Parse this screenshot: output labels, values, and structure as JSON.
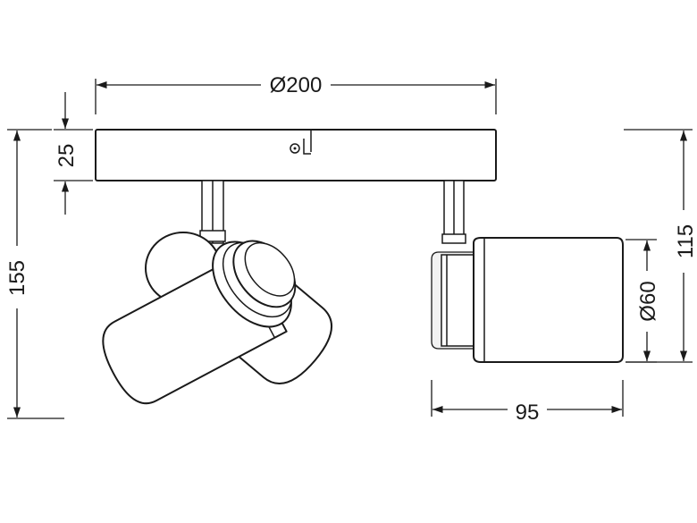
{
  "dimensions": {
    "base_diameter": "Ø200",
    "base_height": "25",
    "total_height": "155",
    "arm_height": "115",
    "head_diameter": "Ø60",
    "head_length": "95"
  },
  "colors": {
    "line": "#1a1a1a",
    "background": "#ffffff"
  }
}
